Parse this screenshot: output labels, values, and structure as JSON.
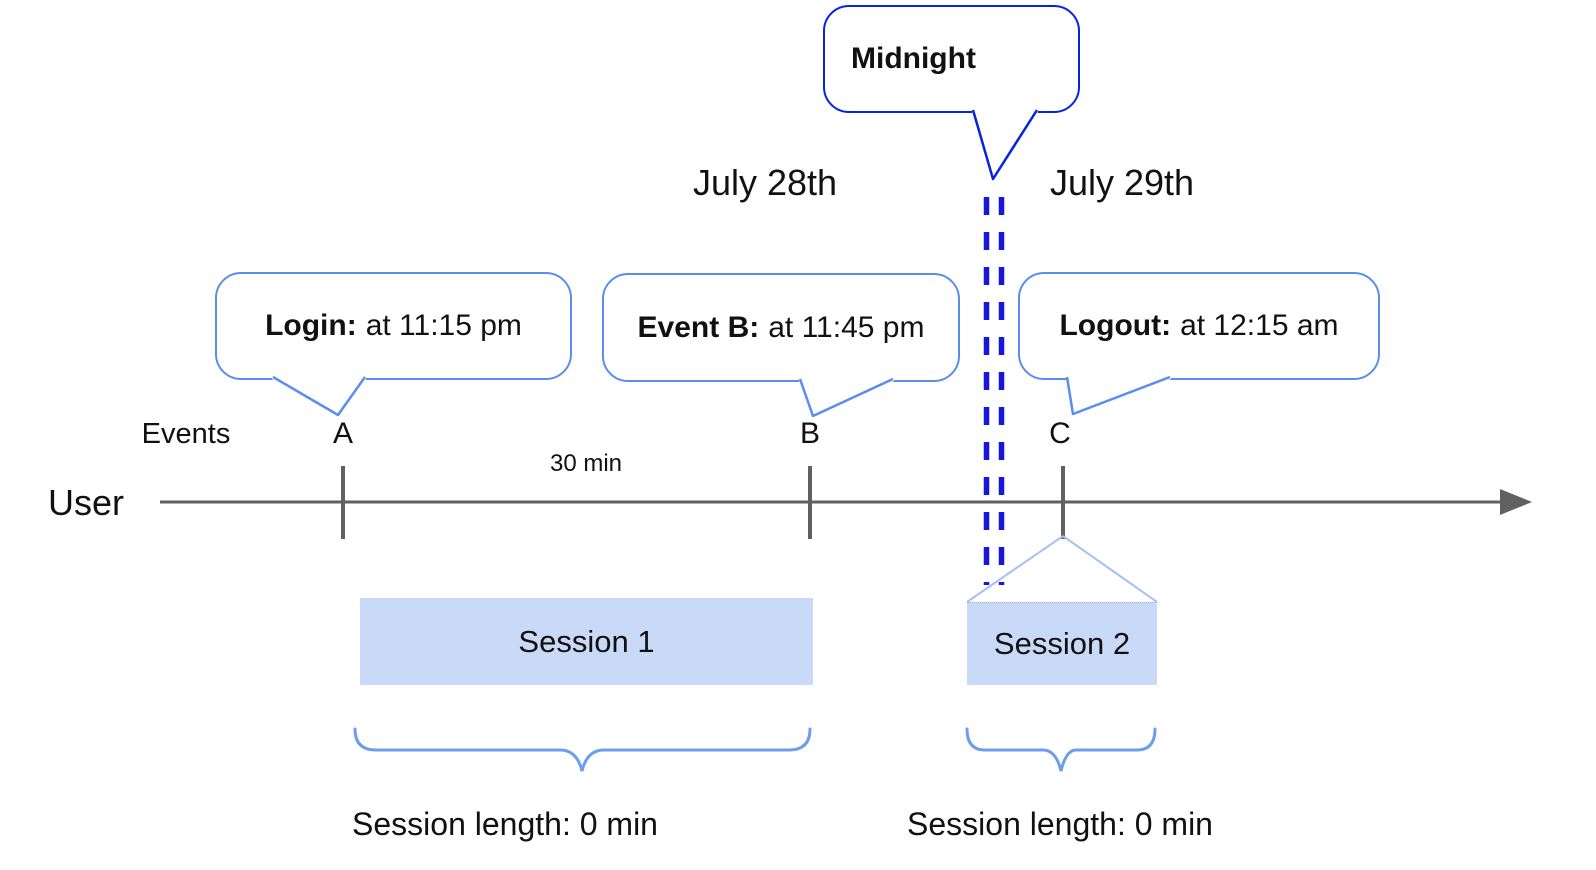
{
  "midnight_callout": {
    "label": "Midnight"
  },
  "date_labels": {
    "before_midnight": "July 28th",
    "after_midnight": "July 29th"
  },
  "event_callouts": [
    {
      "title": "Login:",
      "detail": "at 11:15 pm",
      "marker": "A"
    },
    {
      "title": "Event B:",
      "detail": "at 11:45 pm",
      "marker": "B"
    },
    {
      "title": "Logout:",
      "detail": "at 12:15 am",
      "marker": "C"
    }
  ],
  "timeline": {
    "events_label": "Events",
    "user_label": "User",
    "interval_label": "30 min",
    "markers": [
      "A",
      "B",
      "C"
    ]
  },
  "sessions": [
    {
      "label": "Session 1",
      "length_label": "Session length: 0 min"
    },
    {
      "label": "Session 2",
      "length_label": "Session length: 0 min"
    }
  ],
  "colors": {
    "midnight_border_blue": "#0823dd",
    "dashed_divider_blue": "#1616dd",
    "callout_border_blue": "#5b8def",
    "brace_blue": "#6d9eeb",
    "funnel_light_blue": "#a4c2f4",
    "session_fill_blue": "#c9daf8",
    "axis_gray": "#616161",
    "text_black": "#111111"
  }
}
